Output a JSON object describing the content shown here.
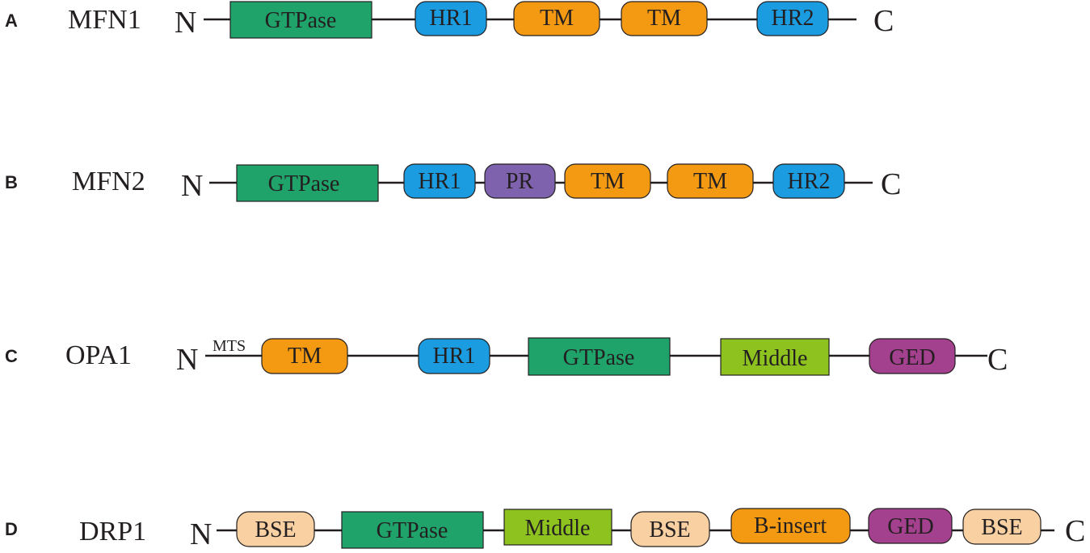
{
  "colors": {
    "gtpase": "#1fa36b",
    "hr": "#1b9be0",
    "tm": "#f39a12",
    "pr": "#7e62ad",
    "middle": "#8dc21f",
    "ged": "#a4418e",
    "bse": "#f8d0a2",
    "binsert": "#f39a12",
    "line": "#231f20",
    "text": "#231f20"
  },
  "panels": [
    {
      "letter": "A",
      "name": "MFN1",
      "n_label": "N",
      "c_label": "C",
      "domains": [
        {
          "label": "GTPase",
          "type": "gtpase",
          "shape": "rect"
        },
        {
          "label": "HR1",
          "type": "hr",
          "shape": "pill"
        },
        {
          "label": "TM",
          "type": "tm",
          "shape": "pill"
        },
        {
          "label": "TM",
          "type": "tm",
          "shape": "pill"
        },
        {
          "label": "HR2",
          "type": "hr",
          "shape": "pill"
        }
      ]
    },
    {
      "letter": "B",
      "name": "MFN2",
      "n_label": "N",
      "c_label": "C",
      "domains": [
        {
          "label": "GTPase",
          "type": "gtpase",
          "shape": "rect"
        },
        {
          "label": "HR1",
          "type": "hr",
          "shape": "pill"
        },
        {
          "label": "PR",
          "type": "pr",
          "shape": "pill"
        },
        {
          "label": "TM",
          "type": "tm",
          "shape": "pill"
        },
        {
          "label": "TM",
          "type": "tm",
          "shape": "pill"
        },
        {
          "label": "HR2",
          "type": "hr",
          "shape": "pill"
        }
      ]
    },
    {
      "letter": "C",
      "name": "OPA1",
      "n_label": "N",
      "c_label": "C",
      "linker_label": "MTS",
      "domains": [
        {
          "label": "TM",
          "type": "tm",
          "shape": "pill"
        },
        {
          "label": "HR1",
          "type": "hr",
          "shape": "pill"
        },
        {
          "label": "GTPase",
          "type": "gtpase",
          "shape": "rect"
        },
        {
          "label": "Middle",
          "type": "middle",
          "shape": "rect"
        },
        {
          "label": "GED",
          "type": "ged",
          "shape": "pill"
        }
      ]
    },
    {
      "letter": "D",
      "name": "DRP1",
      "n_label": "N",
      "c_label": "C",
      "domains": [
        {
          "label": "BSE",
          "type": "bse",
          "shape": "pill"
        },
        {
          "label": "GTPase",
          "type": "gtpase",
          "shape": "rect"
        },
        {
          "label": "Middle",
          "type": "middle",
          "shape": "rect"
        },
        {
          "label": "BSE",
          "type": "bse",
          "shape": "pill"
        },
        {
          "label": "B-insert",
          "type": "binsert",
          "shape": "pill"
        },
        {
          "label": "GED",
          "type": "ged",
          "shape": "pill"
        },
        {
          "label": "BSE",
          "type": "bse",
          "shape": "pill"
        }
      ]
    }
  ]
}
